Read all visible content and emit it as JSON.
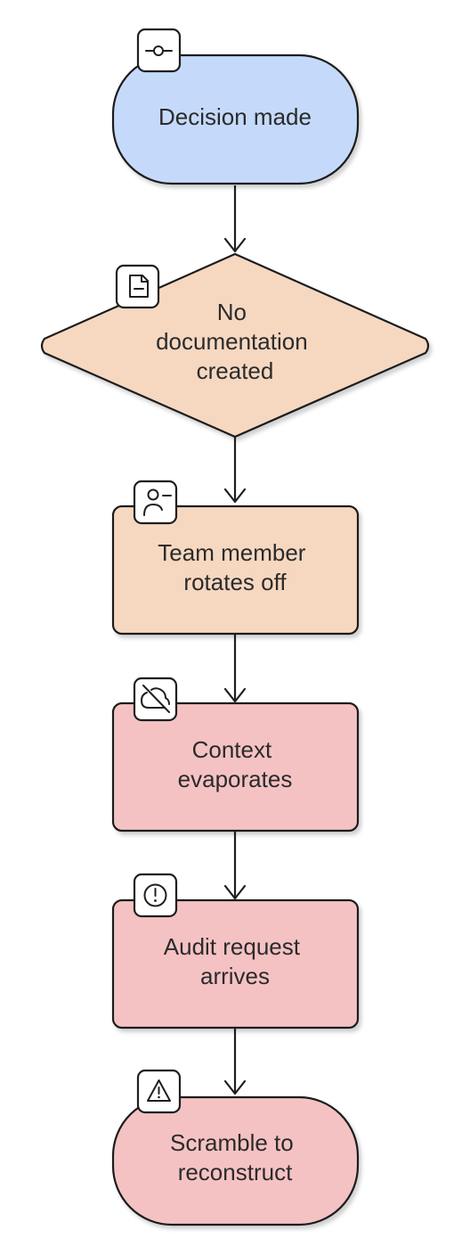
{
  "colors": {
    "start_fill": "#c5dafa",
    "warning_fill": "#f6d8c1",
    "danger_fill": "#f5c2c4",
    "stroke": "#1f1f1f",
    "icon_box_fill": "#ffffff"
  },
  "nodes": [
    {
      "id": "decision-made",
      "shape": "rounded-terminal",
      "icon": "commit-icon",
      "fill": "start_fill",
      "lines": [
        "Decision made"
      ]
    },
    {
      "id": "no-documentation",
      "shape": "diamond",
      "icon": "file-minus-icon",
      "fill": "warning_fill",
      "lines": [
        "No",
        "documentation",
        "created"
      ]
    },
    {
      "id": "team-member-rotates",
      "shape": "rectangle",
      "icon": "user-minus-icon",
      "fill": "warning_fill",
      "lines": [
        "Team member",
        "rotates off"
      ]
    },
    {
      "id": "context-evaporates",
      "shape": "rectangle",
      "icon": "cloud-off-icon",
      "fill": "danger_fill",
      "lines": [
        "Context",
        "evaporates"
      ]
    },
    {
      "id": "audit-request",
      "shape": "rectangle",
      "icon": "alert-circle-icon",
      "fill": "danger_fill",
      "lines": [
        "Audit request",
        "arrives"
      ]
    },
    {
      "id": "scramble",
      "shape": "rounded-terminal",
      "icon": "alert-triangle-icon",
      "fill": "danger_fill",
      "lines": [
        "Scramble to",
        "reconstruct"
      ]
    }
  ],
  "edges": [
    {
      "from": "decision-made",
      "to": "no-documentation"
    },
    {
      "from": "no-documentation",
      "to": "team-member-rotates"
    },
    {
      "from": "team-member-rotates",
      "to": "context-evaporates"
    },
    {
      "from": "context-evaporates",
      "to": "audit-request"
    },
    {
      "from": "audit-request",
      "to": "scramble"
    }
  ]
}
